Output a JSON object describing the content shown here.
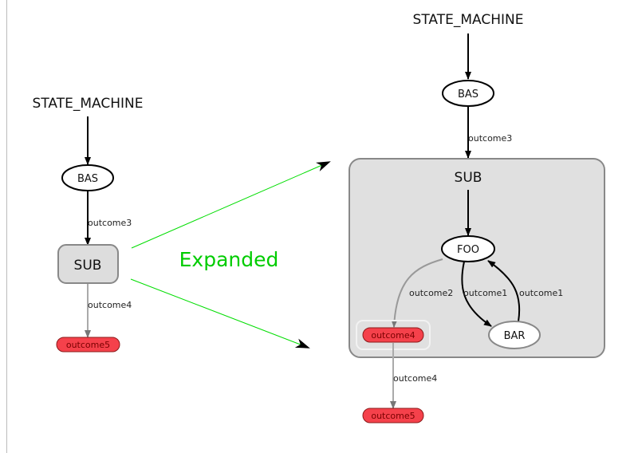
{
  "left_graph": {
    "title": "STATE_MACHINE",
    "state_bas": "BAS",
    "container_sub": "SUB",
    "outcome_terminal": "outcome5",
    "edge_bas_sub": "outcome3",
    "edge_sub_out": "outcome4"
  },
  "annotation": {
    "text": "Expanded",
    "color": "#00cc00"
  },
  "right_graph": {
    "title": "STATE_MACHINE",
    "state_bas": "BAS",
    "edge_bas_sub": "outcome3",
    "container_sub": "SUB",
    "state_foo": "FOO",
    "state_bar": "BAR",
    "edge_foo_out4": "outcome2",
    "edge_foo_bar": "outcome1",
    "edge_bar_foo": "outcome1",
    "sub_outcome": "outcome4",
    "edge_sub_out5": "outcome4",
    "outcome_terminal": "outcome5"
  },
  "colors": {
    "outcome_fill": "#f5414b",
    "outcome_stroke": "#8b1a1a",
    "container_fill": "#e0e0e0",
    "container_stroke": "#888888",
    "edge_active": "#000000",
    "edge_inactive": "#999999",
    "arrow_annotation": "#00dd00"
  }
}
